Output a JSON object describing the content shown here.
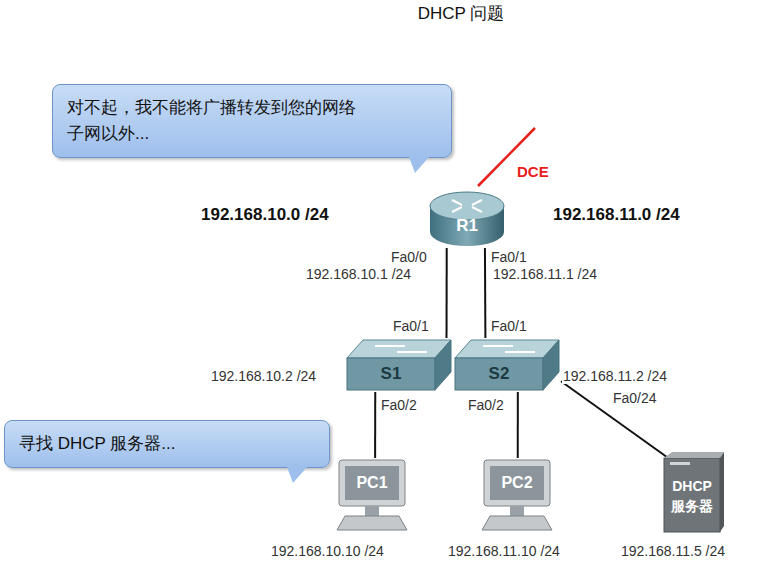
{
  "diagram": {
    "title": "DHCP 问题",
    "nodes": [
      {
        "text": [
          "对不起，我不能将广播转发到您的网络 子网以外..."
        ]
      },
      {
        "text": [
          "R1"
        ]
      },
      {
        "text": [
          "S1"
        ]
      },
      {
        "text": [
          "S2"
        ]
      },
      {
        "text": [
          "寻找 DHCP 服务器..."
        ]
      },
      {
        "text": [
          "PC1"
        ]
      },
      {
        "text": [
          "PC2"
        ]
      },
      {
        "text": [
          "DHCP 服务器"
        ]
      }
    ],
    "edges": [
      {
        "from": 1,
        "to": 2,
        "arrow": "none"
      },
      {
        "from": 1,
        "to": 3,
        "arrow": "none"
      },
      {
        "from": 2,
        "to": 5,
        "arrow": "none"
      },
      {
        "from": 3,
        "to": 6,
        "arrow": "none"
      },
      {
        "from": 3,
        "to": 7,
        "arrow": "none"
      }
    ],
    "labels": [
      "DCE",
      "192.168.10.0 /24",
      "192.168.11.0 /24",
      "Fa0/0",
      "192.168.10.1 /24",
      "Fa0/1",
      "192.168.11.1 /24",
      "Fa0/1",
      "Fa0/1",
      "192.168.10.2 /24",
      "Fa0/2",
      "Fa0/2",
      "192.168.11.2 /24",
      "Fa0/24",
      "192.168.10.10 /24",
      "192.168.11.10 /24",
      "192.168.11.5 /24"
    ]
  }
}
